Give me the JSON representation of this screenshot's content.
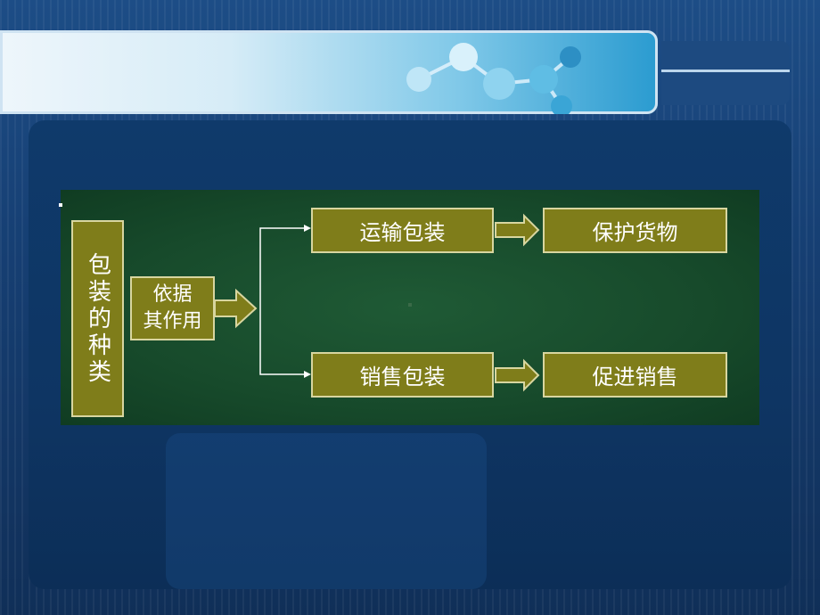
{
  "diagram": {
    "root": "包装的种类",
    "basis": "依据\n其作用",
    "branches": [
      {
        "type": "运输包装",
        "purpose": "保护货物"
      },
      {
        "type": "销售包装",
        "purpose": "促进销售"
      }
    ]
  },
  "colors": {
    "node_fill": "#7f7d1a",
    "node_border": "#d8d6a0",
    "board": "#1a4f2f",
    "background": "#163f73"
  }
}
